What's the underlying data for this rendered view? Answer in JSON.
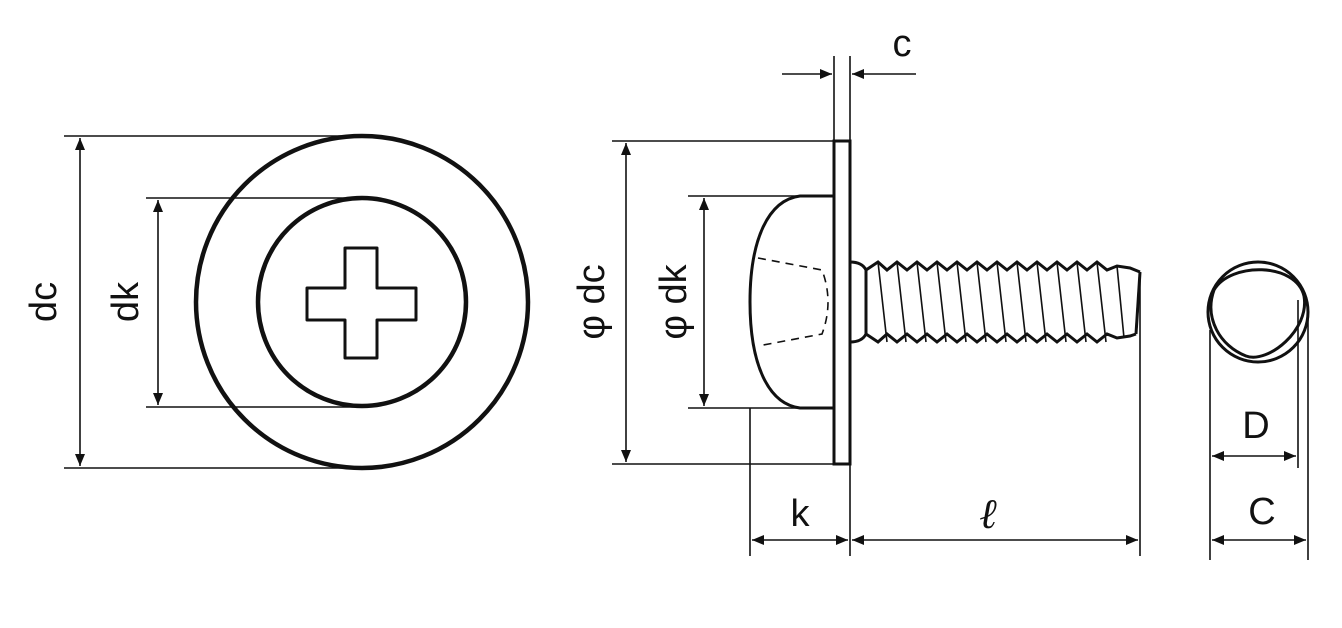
{
  "labels": {
    "dc": "dc",
    "dk": "dk",
    "phi_dc": "φ dc",
    "phi_dk": "φ dk",
    "c": "c",
    "k": "k",
    "l": "ℓ",
    "D": "D",
    "C": "C"
  },
  "colors": {
    "line": "#111111",
    "background": "#ffffff"
  }
}
